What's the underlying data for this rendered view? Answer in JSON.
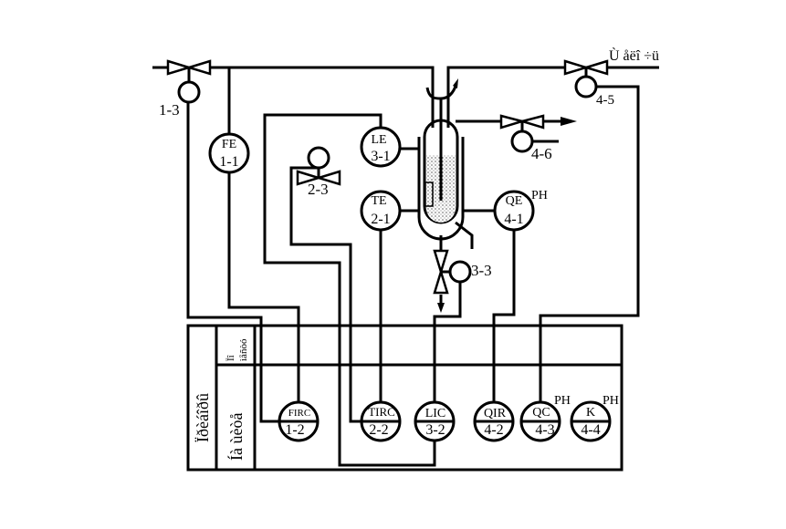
{
  "diagram": {
    "outlet_label": "Ù åëî ÷ü",
    "valves": {
      "v13": "1-3",
      "v23": "2-3",
      "v33": "3-3",
      "v45": "4-5",
      "v46": "4-6"
    },
    "field_instruments": [
      {
        "key": "fe11",
        "top": "FE",
        "bottom": "1-1",
        "extra": ""
      },
      {
        "key": "le31",
        "top": "LE",
        "bottom": "3-1",
        "extra": ""
      },
      {
        "key": "te21",
        "top": "TE",
        "bottom": "2-1",
        "extra": ""
      },
      {
        "key": "qe41",
        "top": "QE",
        "bottom": "4-1",
        "extra": "PH"
      }
    ],
    "panel_instruments": [
      {
        "key": "firc12",
        "top": "FIRC",
        "bottom": "1-2",
        "extra": ""
      },
      {
        "key": "tirc22",
        "top": "TIRC",
        "bottom": "2-2",
        "extra": ""
      },
      {
        "key": "lic32",
        "top": "LIC",
        "bottom": "3-2",
        "extra": ""
      },
      {
        "key": "qir42",
        "top": "QIR",
        "bottom": "4-2",
        "extra": ""
      },
      {
        "key": "qc43",
        "top": "QC",
        "bottom": "4-3",
        "extra": "PH"
      },
      {
        "key": "k44",
        "top": "K",
        "bottom": "4-4",
        "extra": "PH"
      }
    ],
    "panel": {
      "label_outer": "Ïðèáîðû",
      "label_inner": "Íà ùèòå",
      "label_top_1": "Ïî",
      "label_top_2": "ìåñòó"
    }
  }
}
